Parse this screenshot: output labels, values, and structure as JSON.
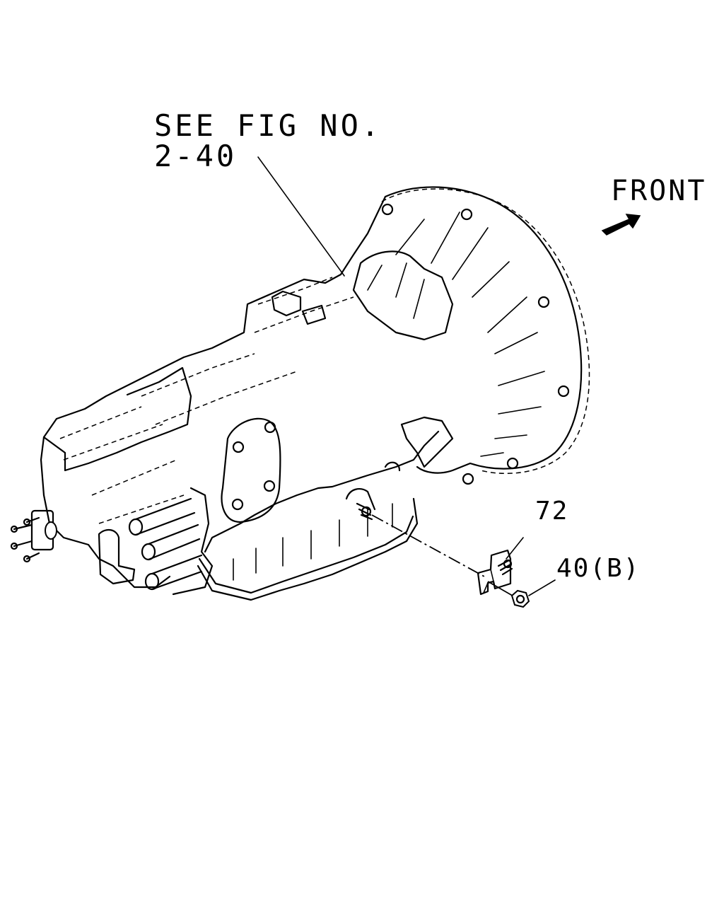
{
  "labels": {
    "see_fig_line1": "SEE FIG NO.",
    "see_fig_line2": "2-40",
    "front": "FRONT",
    "part_72": "72",
    "part_40b": "40(B)"
  },
  "colors": {
    "line": "#000000",
    "background": "#ffffff"
  }
}
